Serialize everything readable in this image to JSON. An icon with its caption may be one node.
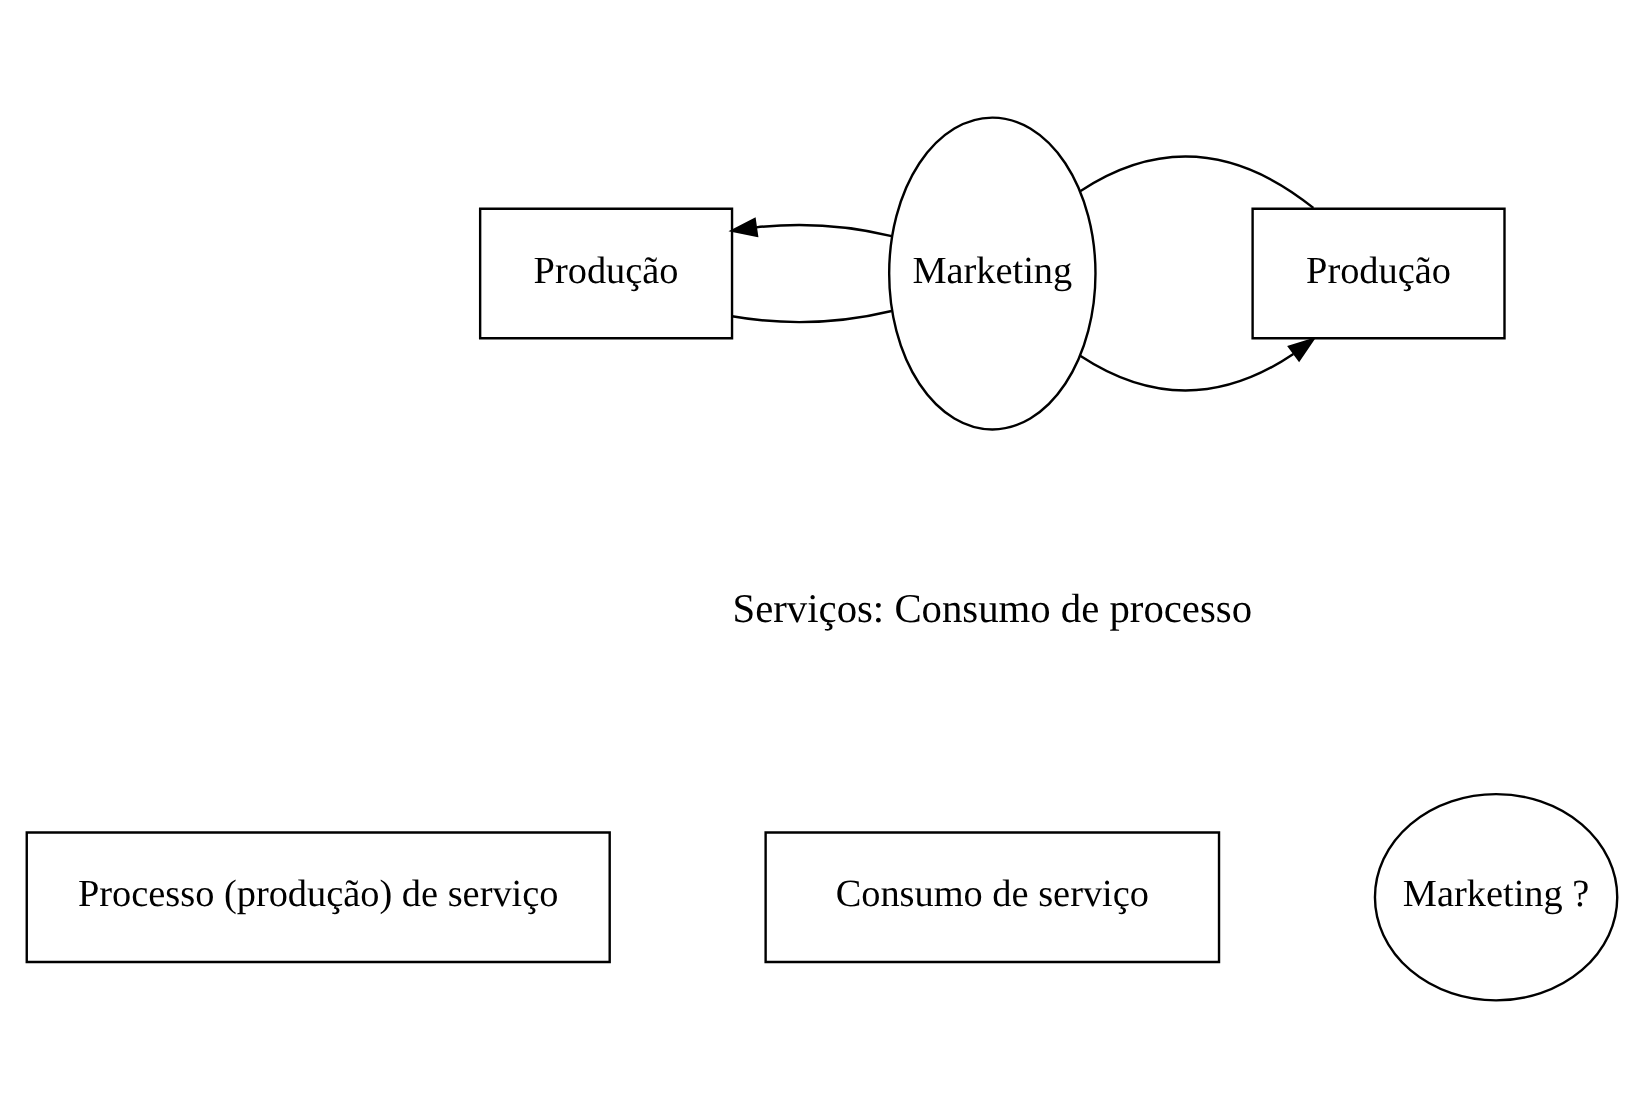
{
  "diagram": {
    "nodes": [
      {
        "text": [
          "Produção"
        ]
      },
      {
        "text": [
          "Marketing"
        ]
      },
      {
        "text": [
          "Produção"
        ]
      },
      {
        "text": [
          "Processo (produção) de serviço"
        ]
      },
      {
        "text": [
          "Consumo de serviço"
        ]
      },
      {
        "text": [
          "Marketing ?"
        ]
      }
    ],
    "edges": [
      {
        "from": 0,
        "to": 1,
        "arrow": "none"
      },
      {
        "from": 1,
        "to": 2,
        "arrow": "to"
      },
      {
        "from": 2,
        "to": 1,
        "arrow": "none"
      },
      {
        "from": 1,
        "to": 0,
        "arrow": "to"
      }
    ],
    "labels": [
      "Serviços: Consumo de processo"
    ]
  }
}
